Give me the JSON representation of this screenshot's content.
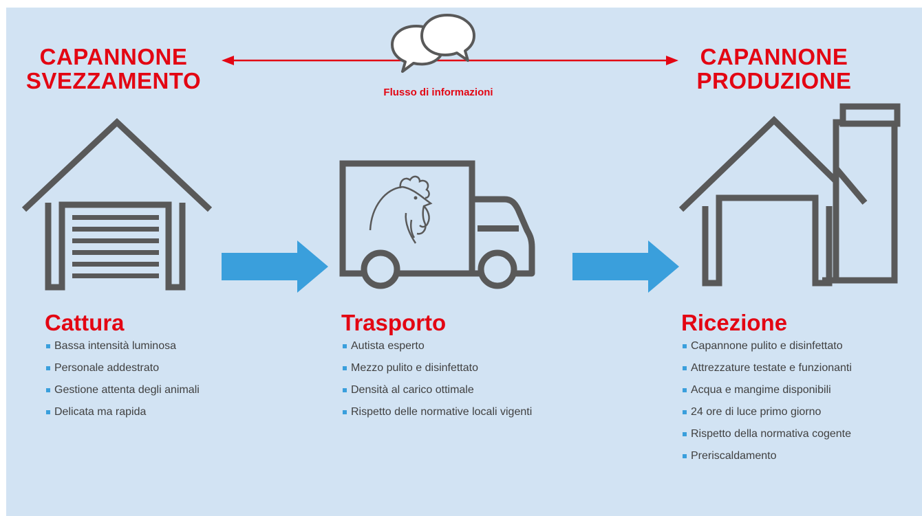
{
  "left": {
    "heading_line1": "CAPANNONE",
    "heading_line2": "SVEZZAMENTO"
  },
  "right": {
    "heading_line1": "CAPANNONE",
    "heading_line2": "PRODUZIONE"
  },
  "flow": {
    "label": "Flusso di informazioni"
  },
  "sections": [
    {
      "title": "Cattura",
      "items": [
        "Bassa intensità luminosa",
        "Personale addestrato",
        "Gestione attenta degli animali",
        "Delicata ma rapida"
      ]
    },
    {
      "title": "Trasporto",
      "items": [
        "Autista esperto",
        "Mezzo pulito e disinfettato",
        "Densità al carico ottimale",
        "Rispetto delle normative locali vigenti"
      ]
    },
    {
      "title": "Ricezione",
      "items": [
        "Capannone pulito e disinfettato",
        "Attrezzature testate e funzionanti",
        "Acqua e mangime disponibili",
        "24 ore di luce primo giorno",
        "Rispetto della normativa cogente",
        "Preriscaldamento"
      ]
    }
  ],
  "colors": {
    "background": "#d2e3f3",
    "accent_red": "#e30613",
    "arrow_blue": "#3a9fdc",
    "icon_gray": "#595959"
  },
  "icons": [
    "speech-bubbles-icon",
    "barn-icon",
    "truck-icon",
    "chicken-icon",
    "farm-silo-icon",
    "arrow-right-icon"
  ]
}
